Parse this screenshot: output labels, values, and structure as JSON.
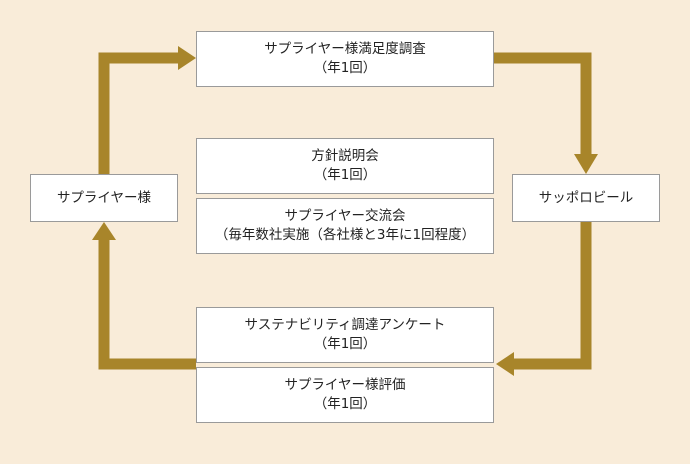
{
  "nodes": {
    "supplier": {
      "label": "サプライヤー様"
    },
    "sapporo": {
      "label": "サッポロビール"
    },
    "satisfaction_survey": {
      "title": "サプライヤー様満足度調査",
      "freq": "（年1回）"
    },
    "policy_briefing": {
      "title": "方針説明会",
      "freq": "（年1回）"
    },
    "supplier_exchange": {
      "title": "サプライヤー交流会",
      "freq": "（毎年数社実施（各社様と3年に1回程度）"
    },
    "sustainability_questionnaire": {
      "title": "サステナビリティ調達アンケート",
      "freq": "（年1回）"
    },
    "supplier_evaluation": {
      "title": "サプライヤー様評価",
      "freq": "（年1回）"
    }
  },
  "colors": {
    "arrow": "#a8852a",
    "background": "#f9ecd9"
  }
}
